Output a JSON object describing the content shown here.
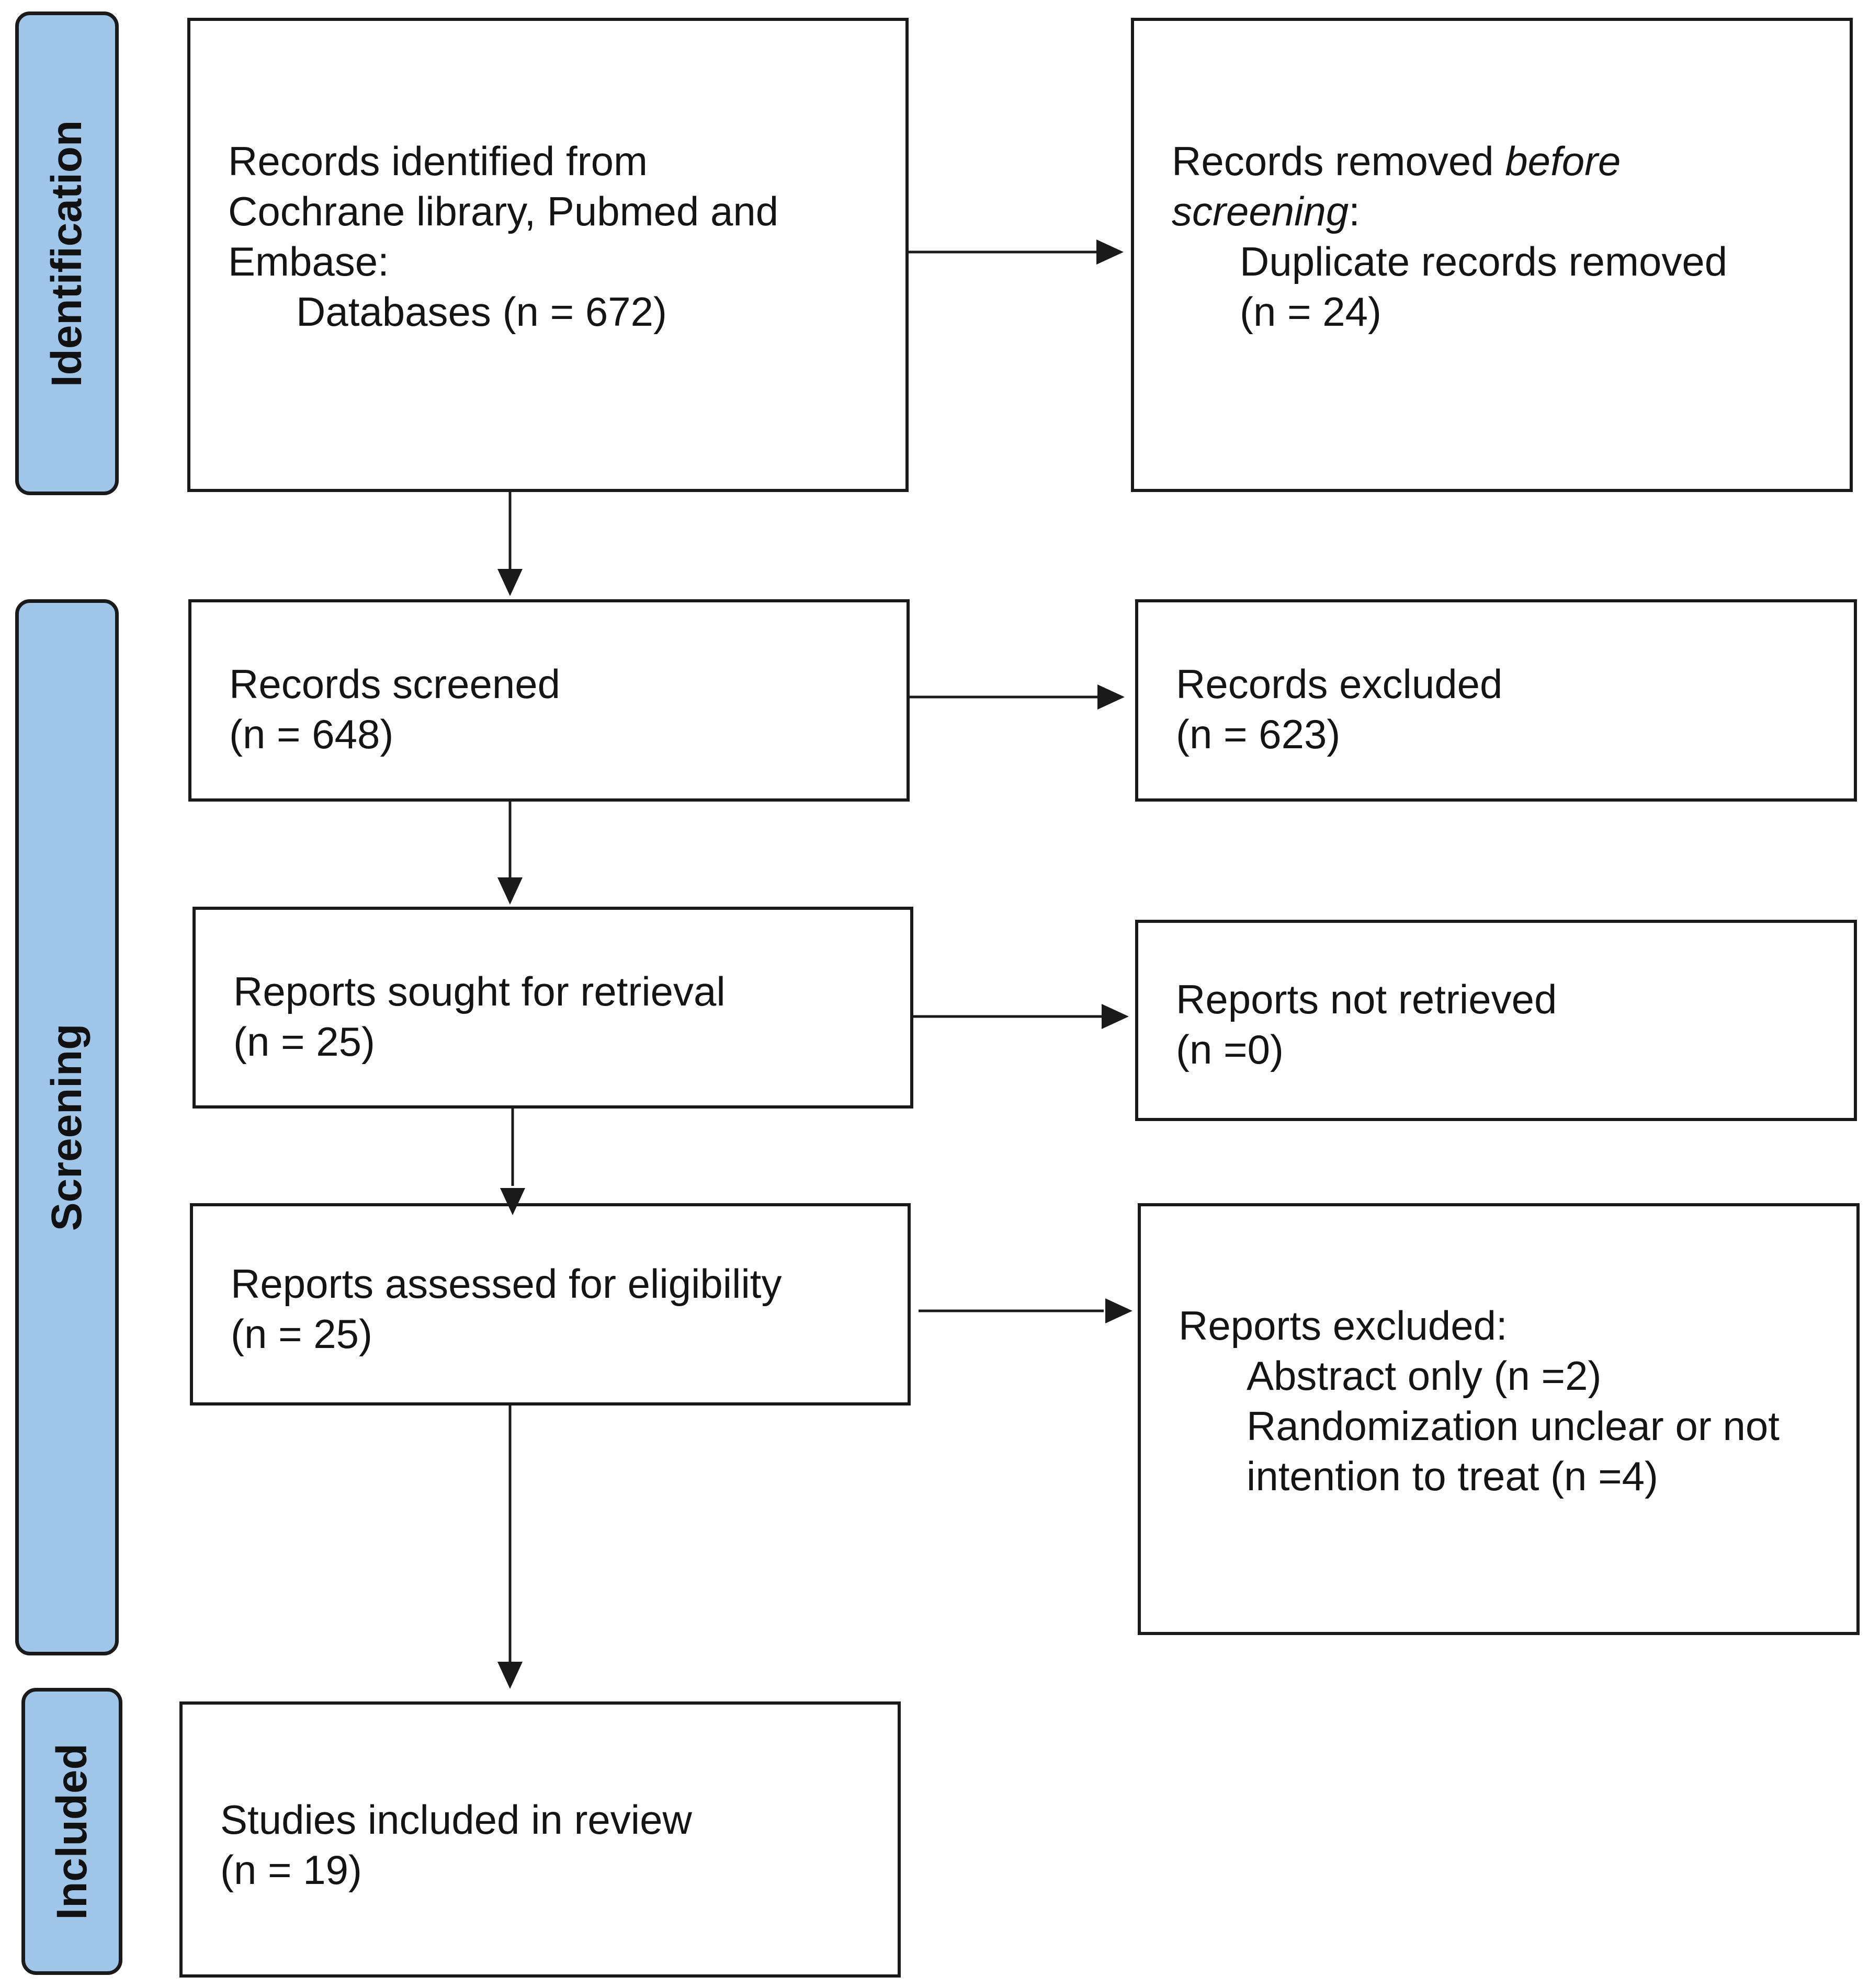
{
  "phases": {
    "identification": "Identification",
    "screening": "Screening",
    "included": "Included"
  },
  "identification": {
    "records_identified": {
      "line1": "Records identified from",
      "line2": "Cochrane library, Pubmed and",
      "line3": "Embase:",
      "line4": "Databases (n =  672)"
    },
    "records_removed": {
      "line1_a": "Records removed ",
      "line1_b": "before",
      "line2_a": "screening",
      "line2_b": ":",
      "line3": "Duplicate records removed",
      "line4": "(n = 24)"
    }
  },
  "screening": {
    "records_screened": {
      "line1": "Records screened",
      "line2": "(n = 648)"
    },
    "records_excluded": {
      "line1": "Records excluded",
      "line2": "(n =  623)"
    },
    "reports_sought": {
      "line1": "Reports sought for retrieval",
      "line2": "(n = 25)"
    },
    "reports_not_retrieved": {
      "line1": "Reports not retrieved",
      "line2": "(n =0)"
    },
    "reports_assessed": {
      "line1": "Reports assessed for eligibility",
      "line2": "(n = 25)"
    },
    "reports_excluded": {
      "line1": "Reports excluded:",
      "line2": "Abstract only (n =2)",
      "line3": "Randomization unclear or not",
      "line4": "intention to treat (n =4)"
    }
  },
  "included": {
    "studies_included": {
      "line1": "Studies included in review",
      "line2": "(n = 19)"
    }
  }
}
